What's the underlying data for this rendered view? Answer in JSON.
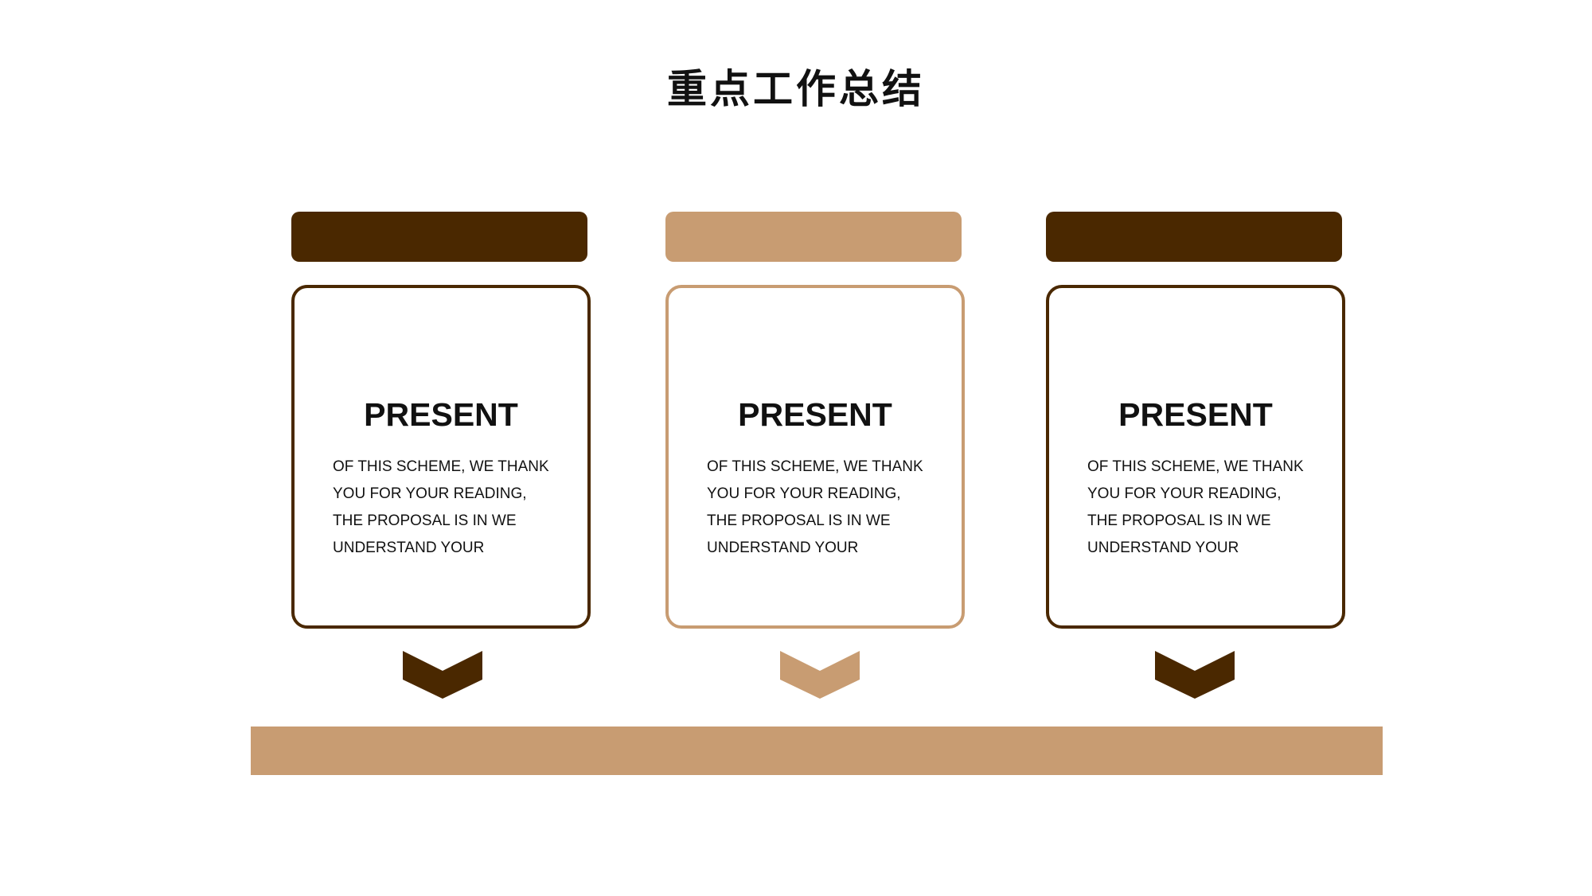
{
  "title": "重点工作总结",
  "colors": {
    "dark": "#4a2800",
    "light": "#c89c72"
  },
  "cards": [
    {
      "theme": "dark",
      "title": "PRESENT",
      "lines": [
        "OF THIS SCHEME, WE THANK",
        "YOU FOR YOUR READING,",
        "THE PROPOSAL IS IN WE",
        "UNDERSTAND YOUR"
      ],
      "icon": "chevron-down-icon"
    },
    {
      "theme": "light",
      "title": "PRESENT",
      "lines": [
        "OF THIS SCHEME, WE THANK",
        "YOU FOR YOUR READING,",
        "THE PROPOSAL IS IN WE",
        "UNDERSTAND YOUR"
      ],
      "icon": "chevron-down-icon"
    },
    {
      "theme": "dark",
      "title": "PRESENT",
      "lines": [
        "OF THIS SCHEME, WE THANK",
        "YOU FOR YOUR READING,",
        "THE PROPOSAL IS IN WE",
        "UNDERSTAND YOUR"
      ],
      "icon": "chevron-down-icon"
    }
  ]
}
